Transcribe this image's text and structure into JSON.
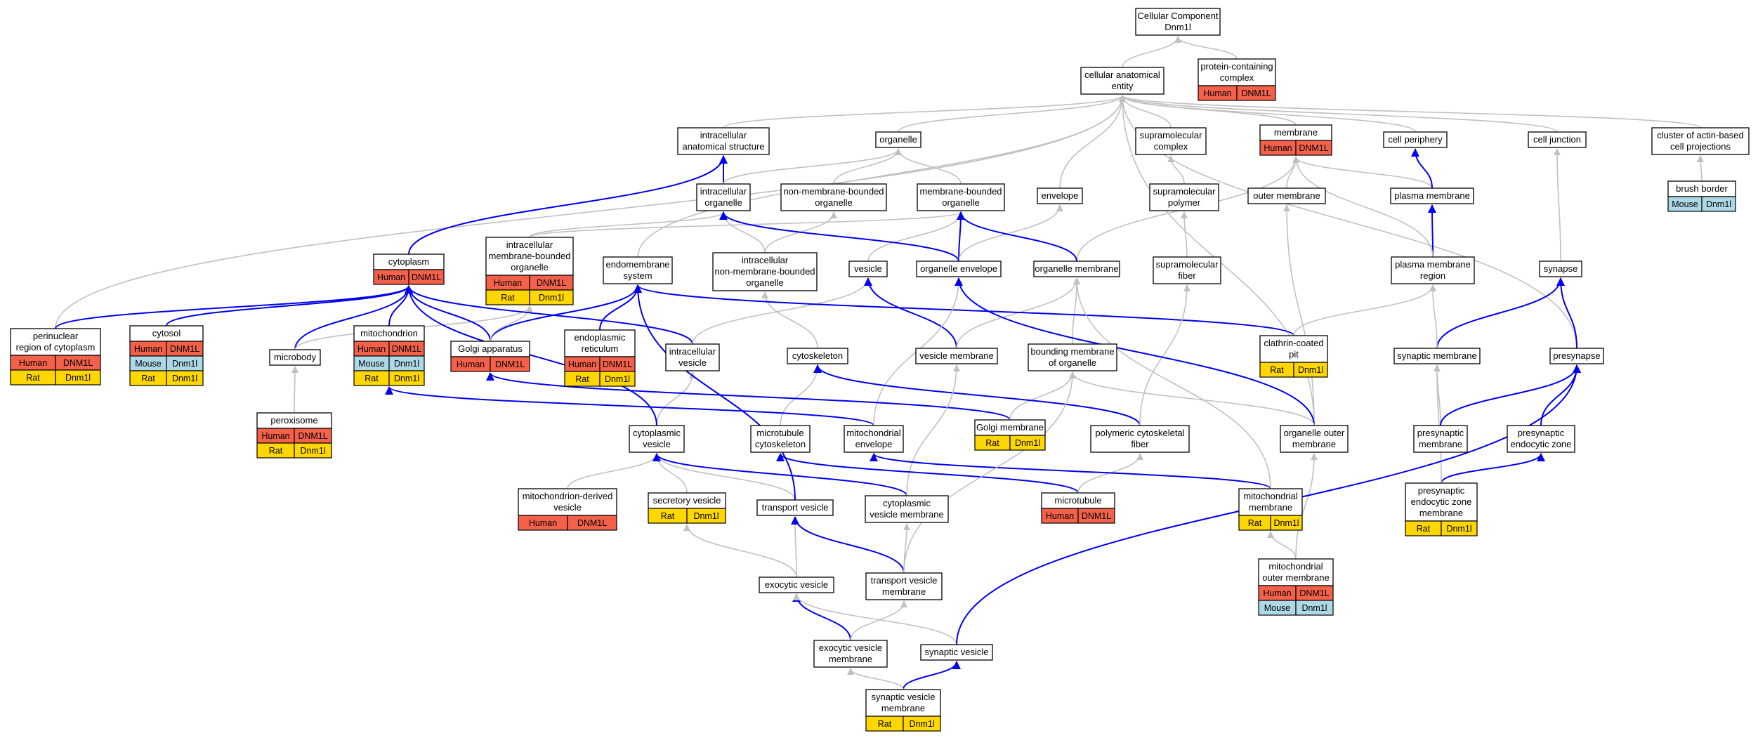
{
  "colors": {
    "human": "#f4614a",
    "mouse": "#add8e6",
    "rat": "#ffd700",
    "edge_part_of": "#0000ee",
    "edge_is_a": "#c0c0c0"
  },
  "nodes": [
    {
      "id": "cc",
      "lines": [
        "Cellular Component",
        "Dnm1l"
      ],
      "species": []
    },
    {
      "id": "pcc",
      "lines": [
        "protein-containing",
        "complex"
      ],
      "species": [
        [
          "Human",
          "DNM1L"
        ]
      ]
    },
    {
      "id": "cae",
      "lines": [
        "cellular anatomical",
        "entity"
      ],
      "species": []
    },
    {
      "id": "ias",
      "lines": [
        "intracellular",
        "anatomical structure"
      ],
      "species": []
    },
    {
      "id": "organelle",
      "lines": [
        "organelle"
      ],
      "species": []
    },
    {
      "id": "smc",
      "lines": [
        "supramolecular",
        "complex"
      ],
      "species": []
    },
    {
      "id": "membrane",
      "lines": [
        "membrane"
      ],
      "species": [
        [
          "Human",
          "DNM1L"
        ]
      ]
    },
    {
      "id": "cellperiph",
      "lines": [
        "cell periphery"
      ],
      "species": []
    },
    {
      "id": "celljunc",
      "lines": [
        "cell junction"
      ],
      "species": []
    },
    {
      "id": "cabcp",
      "lines": [
        "cluster of actin-based",
        "cell projections"
      ],
      "species": []
    },
    {
      "id": "io",
      "lines": [
        "intracellular",
        "organelle"
      ],
      "species": []
    },
    {
      "id": "nmbo",
      "lines": [
        "non-membrane-bounded",
        "organelle"
      ],
      "species": []
    },
    {
      "id": "mbo",
      "lines": [
        "membrane-bounded",
        "organelle"
      ],
      "species": []
    },
    {
      "id": "envelope",
      "lines": [
        "envelope"
      ],
      "species": []
    },
    {
      "id": "smp",
      "lines": [
        "supramolecular",
        "polymer"
      ],
      "species": []
    },
    {
      "id": "outermem",
      "lines": [
        "outer membrane"
      ],
      "species": []
    },
    {
      "id": "plasmamem",
      "lines": [
        "plasma membrane"
      ],
      "species": []
    },
    {
      "id": "brush",
      "lines": [
        "brush border"
      ],
      "species": [
        [
          "Mouse",
          "Dnm1l"
        ]
      ]
    },
    {
      "id": "cytoplasm",
      "lines": [
        "cytoplasm"
      ],
      "species": [
        [
          "Human",
          "DNM1L"
        ]
      ]
    },
    {
      "id": "imbo",
      "lines": [
        "intracellular",
        "membrane-bounded",
        "organelle"
      ],
      "species": [
        [
          "Human",
          "DNM1L"
        ],
        [
          "Rat",
          "Dnm1l"
        ]
      ]
    },
    {
      "id": "endomem",
      "lines": [
        "endomembrane",
        "system"
      ],
      "species": []
    },
    {
      "id": "inmbo",
      "lines": [
        "intracellular",
        "non-membrane-bounded",
        "organelle"
      ],
      "species": []
    },
    {
      "id": "vesicle",
      "lines": [
        "vesicle"
      ],
      "species": []
    },
    {
      "id": "orgenv",
      "lines": [
        "organelle envelope"
      ],
      "species": []
    },
    {
      "id": "orgmem",
      "lines": [
        "organelle membrane"
      ],
      "species": []
    },
    {
      "id": "smf",
      "lines": [
        "supramolecular",
        "fiber"
      ],
      "species": []
    },
    {
      "id": "pmr",
      "lines": [
        "plasma membrane",
        "region"
      ],
      "species": []
    },
    {
      "id": "synapse",
      "lines": [
        "synapse"
      ],
      "species": []
    },
    {
      "id": "perinuc",
      "lines": [
        "perinuclear",
        "region of cytoplasm"
      ],
      "species": [
        [
          "Human",
          "DNM1L"
        ],
        [
          "Rat",
          "Dnm1l"
        ]
      ]
    },
    {
      "id": "cytosol",
      "lines": [
        "cytosol"
      ],
      "species": [
        [
          "Human",
          "DNM1L"
        ],
        [
          "Mouse",
          "Dnm1l"
        ],
        [
          "Rat",
          "Dnm1l"
        ]
      ]
    },
    {
      "id": "microbody",
      "lines": [
        "microbody"
      ],
      "species": []
    },
    {
      "id": "mito",
      "lines": [
        "mitochondrion"
      ],
      "species": [
        [
          "Human",
          "DNM1L"
        ],
        [
          "Mouse",
          "Dnm1l"
        ],
        [
          "Rat",
          "Dnm1l"
        ]
      ]
    },
    {
      "id": "golgi",
      "lines": [
        "Golgi apparatus"
      ],
      "species": [
        [
          "Human",
          "DNM1L"
        ]
      ]
    },
    {
      "id": "er",
      "lines": [
        "endoplasmic",
        "reticulum"
      ],
      "species": [
        [
          "Human",
          "DNM1L"
        ],
        [
          "Rat",
          "Dnm1l"
        ]
      ]
    },
    {
      "id": "iv",
      "lines": [
        "intracellular",
        "vesicle"
      ],
      "species": []
    },
    {
      "id": "cytoskel",
      "lines": [
        "cytoskeleton"
      ],
      "species": []
    },
    {
      "id": "vesmem",
      "lines": [
        "vesicle membrane"
      ],
      "species": []
    },
    {
      "id": "bmo",
      "lines": [
        "bounding membrane",
        "of organelle"
      ],
      "species": []
    },
    {
      "id": "ccp",
      "lines": [
        "clathrin-coated",
        "pit"
      ],
      "species": [
        [
          "Rat",
          "Dnm1l"
        ]
      ]
    },
    {
      "id": "synmem",
      "lines": [
        "synaptic membrane"
      ],
      "species": []
    },
    {
      "id": "presyn",
      "lines": [
        "presynapse"
      ],
      "species": []
    },
    {
      "id": "perox",
      "lines": [
        "peroxisome"
      ],
      "species": [
        [
          "Human",
          "DNM1L"
        ],
        [
          "Rat",
          "Dnm1l"
        ]
      ]
    },
    {
      "id": "cytves",
      "lines": [
        "cytoplasmic",
        "vesicle"
      ],
      "species": []
    },
    {
      "id": "mtcyto",
      "lines": [
        "microtubule",
        "cytoskeleton"
      ],
      "species": []
    },
    {
      "id": "mitoenv",
      "lines": [
        "mitochondrial",
        "envelope"
      ],
      "species": []
    },
    {
      "id": "golgimem",
      "lines": [
        "Golgi membrane"
      ],
      "species": [
        [
          "Rat",
          "Dnm1l"
        ]
      ]
    },
    {
      "id": "pcf",
      "lines": [
        "polymeric cytoskeletal",
        "fiber"
      ],
      "species": []
    },
    {
      "id": "oom",
      "lines": [
        "organelle outer",
        "membrane"
      ],
      "species": []
    },
    {
      "id": "presynmem",
      "lines": [
        "presynaptic",
        "membrane"
      ],
      "species": []
    },
    {
      "id": "pez",
      "lines": [
        "presynaptic",
        "endocytic zone"
      ],
      "species": []
    },
    {
      "id": "mdv",
      "lines": [
        "mitochondrion-derived",
        "vesicle"
      ],
      "species": [
        [
          "Human",
          "DNM1L"
        ]
      ]
    },
    {
      "id": "secves",
      "lines": [
        "secretory vesicle"
      ],
      "species": [
        [
          "Rat",
          "Dnm1l"
        ]
      ]
    },
    {
      "id": "transves",
      "lines": [
        "transport vesicle"
      ],
      "species": []
    },
    {
      "id": "cvm",
      "lines": [
        "cytoplasmic",
        "vesicle membrane"
      ],
      "species": []
    },
    {
      "id": "microtub",
      "lines": [
        "microtubule"
      ],
      "species": [
        [
          "Human",
          "DNM1L"
        ]
      ]
    },
    {
      "id": "mitomem",
      "lines": [
        "mitochondrial",
        "membrane"
      ],
      "species": [
        [
          "Rat",
          "Dnm1l"
        ]
      ]
    },
    {
      "id": "pezm",
      "lines": [
        "presynaptic",
        "endocytic zone",
        "membrane"
      ],
      "species": [
        [
          "Rat",
          "Dnm1l"
        ]
      ]
    },
    {
      "id": "exoves",
      "lines": [
        "exocytic vesicle"
      ],
      "species": []
    },
    {
      "id": "tvm",
      "lines": [
        "transport vesicle",
        "membrane"
      ],
      "species": []
    },
    {
      "id": "mom",
      "lines": [
        "mitochondrial",
        "outer membrane"
      ],
      "species": [
        [
          "Human",
          "DNM1L"
        ],
        [
          "Mouse",
          "Dnm1l"
        ]
      ]
    },
    {
      "id": "evm",
      "lines": [
        "exocytic vesicle",
        "membrane"
      ],
      "species": []
    },
    {
      "id": "synves",
      "lines": [
        "synaptic vesicle"
      ],
      "species": []
    },
    {
      "id": "svm",
      "lines": [
        "synaptic vesicle",
        "membrane"
      ],
      "species": [
        [
          "Rat",
          "Dnm1l"
        ]
      ]
    }
  ]
}
